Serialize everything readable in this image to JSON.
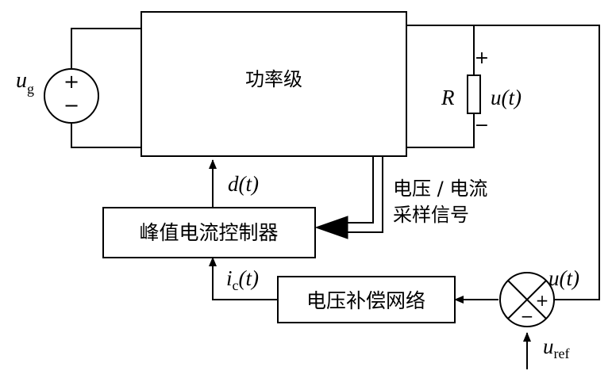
{
  "blocks": {
    "power_stage": "功率级",
    "peak_current_controller": "峰值电流控制器",
    "voltage_compensation": "电压补偿网络"
  },
  "source": {
    "label_main": "u",
    "label_sub": "g",
    "plus": "+",
    "minus": "−"
  },
  "load": {
    "resistor_label": "R",
    "voltage_label": "u(t)",
    "plus": "+",
    "minus": "−"
  },
  "signals": {
    "duty_cycle": "d(t)",
    "sampling_line1": "电压 / 电流",
    "sampling_line2": "采样信号",
    "control_current_main": "i",
    "control_current_sub": "c",
    "control_current_suffix": "(t)",
    "feedback_voltage": "u(t)",
    "reference_main": "u",
    "reference_sub": "ref"
  },
  "summing_junction": {
    "plus": "+",
    "minus": "−"
  }
}
